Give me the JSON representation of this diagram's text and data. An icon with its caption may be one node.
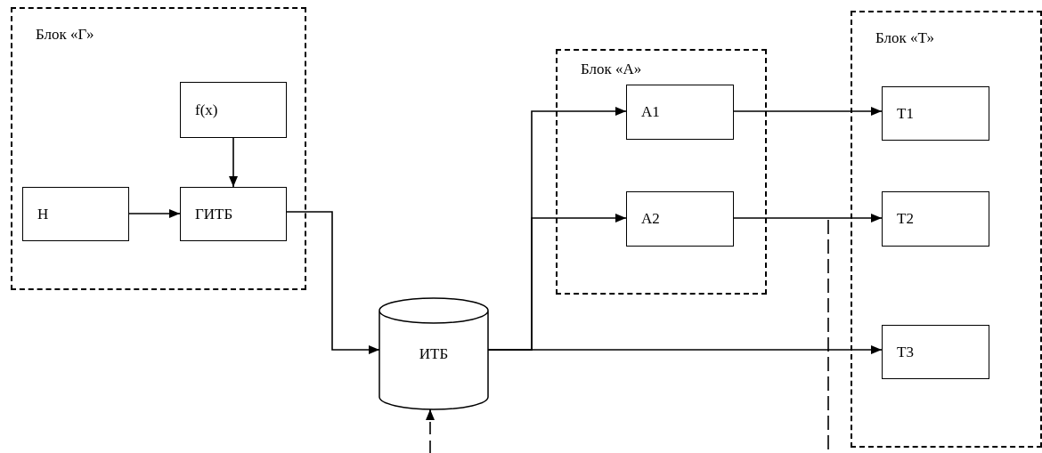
{
  "diagram": {
    "nodes": [
      {
        "text": [
          "Блок «Г»"
        ]
      },
      {
        "text": [
          "f(x)"
        ],
        "in": 0
      },
      {
        "text": [
          "Н"
        ],
        "in": 0
      },
      {
        "text": [
          "ГИТБ"
        ],
        "in": 0
      },
      {
        "text": [
          "ИТБ"
        ]
      },
      {
        "text": [
          "Блок «А»"
        ]
      },
      {
        "text": [
          "А1"
        ],
        "in": 5
      },
      {
        "text": [
          "А2"
        ],
        "in": 5
      },
      {
        "text": [
          "Блок «Т»"
        ]
      },
      {
        "text": [
          "Т1"
        ],
        "in": 8
      },
      {
        "text": [
          "Т2"
        ],
        "in": 8
      },
      {
        "text": [
          "Т3"
        ],
        "in": 8
      }
    ],
    "edges": [
      {
        "from": 1,
        "to": 3,
        "arrow": "to"
      },
      {
        "from": 2,
        "to": 3,
        "arrow": "to"
      },
      {
        "from": 3,
        "to": 4,
        "arrow": "to"
      },
      {
        "from": 4,
        "to": 6,
        "arrow": "to"
      },
      {
        "from": 4,
        "to": 7,
        "arrow": "to"
      },
      {
        "from": 4,
        "to": 11,
        "arrow": "to"
      },
      {
        "from": 6,
        "to": 9,
        "arrow": "to"
      },
      {
        "from": 7,
        "to": 10,
        "arrow": "to"
      },
      {
        "from": null,
        "to": 4,
        "arrow": "to",
        "style": "dashed"
      }
    ]
  }
}
